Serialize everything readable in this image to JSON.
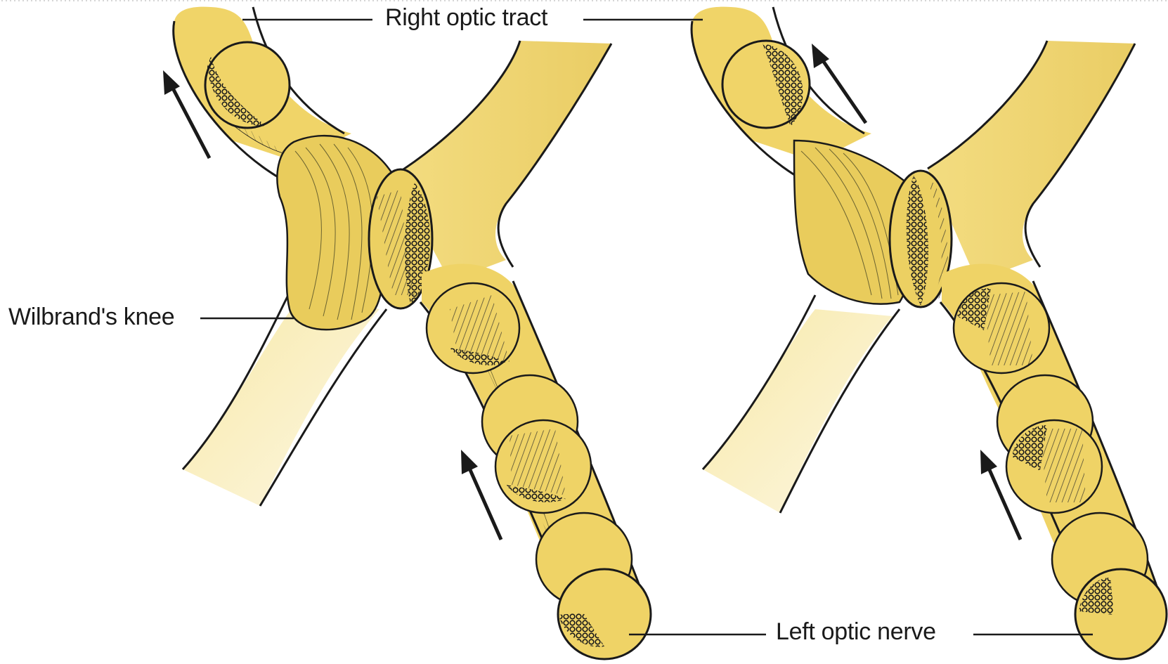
{
  "labels": {
    "right_optic_tract": "Right optic tract",
    "wilbrands_knee": "Wilbrand's knee",
    "left_optic_nerve": "Left optic nerve"
  },
  "colors": {
    "nerve_fill": "#ecd062",
    "nerve_light": "#f6e7a6",
    "nerve_pale": "#fbf2cf",
    "outline": "#1a1a1a",
    "fiber": "#6b6330"
  }
}
